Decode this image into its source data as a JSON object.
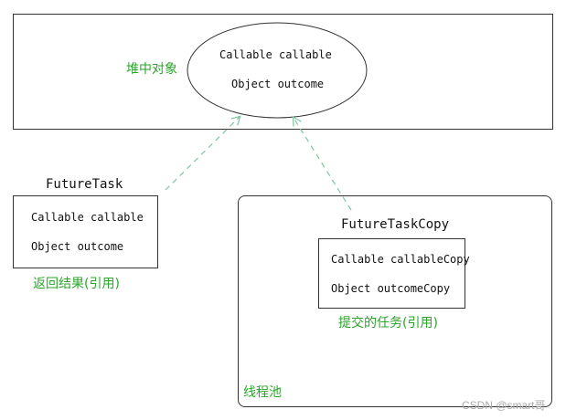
{
  "heap": {
    "label": "堆中对象",
    "field1": "Callable callable",
    "field2": "Object outcome"
  },
  "future_task": {
    "title": "FutureTask",
    "field1": "Callable callable",
    "field2": "Object outcome",
    "caption": "返回结果(引用)"
  },
  "thread_pool": {
    "label": "线程池",
    "copy_title": "FutureTaskCopy",
    "field1": "Callable callableCopy",
    "field2": "Object outcomeCopy",
    "caption": "提交的任务(引用)"
  },
  "watermark": "CSDN @smart哥",
  "colors": {
    "label_green": "#2aa52a",
    "arrow_green": "#7fc79f",
    "border": "#333333"
  }
}
